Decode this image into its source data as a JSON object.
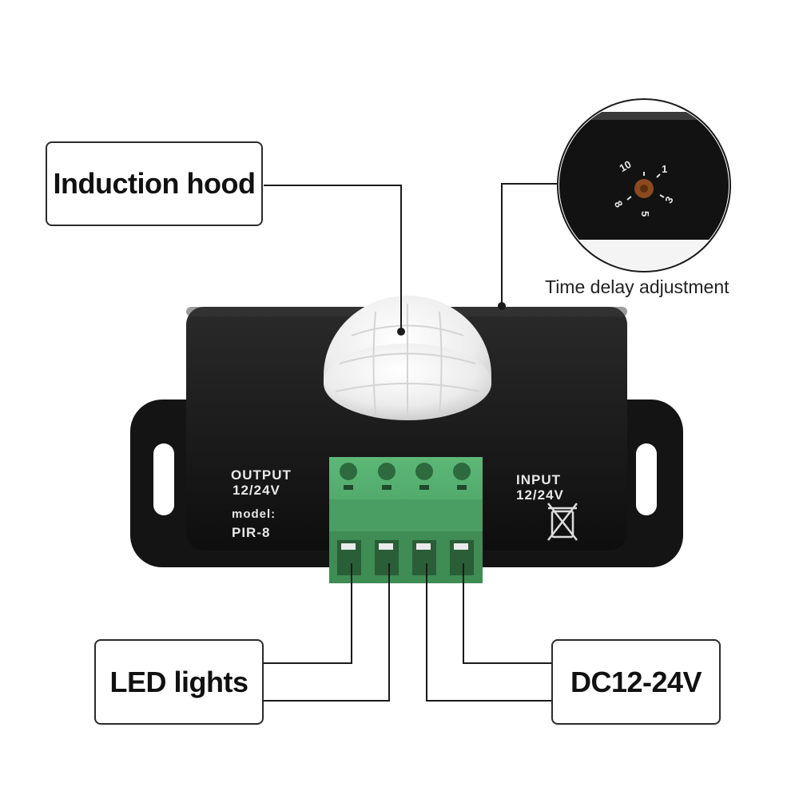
{
  "callouts": {
    "induction_hood": "Induction hood",
    "time_delay": "Time delay adjustment",
    "led_lights": "LED lights",
    "dc_voltage": "DC12-24V"
  },
  "device": {
    "output_label": "OUTPUT",
    "output_voltage": "12/24V",
    "model_label": "model:",
    "model_value": "PIR-8",
    "input_label": "INPUT",
    "input_voltage": "12/24V",
    "dial_marks": [
      "10",
      "1",
      "3",
      "5",
      "8"
    ]
  },
  "colors": {
    "device_body": "#1a1a1a",
    "terminal_block": "#4fa868",
    "dome": "#f2f2f2",
    "dial": "#8a4a1e"
  }
}
